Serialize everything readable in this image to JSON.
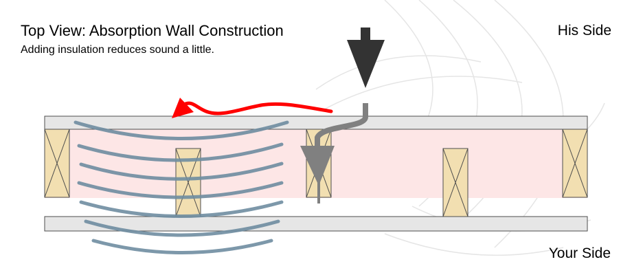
{
  "header": {
    "title": "Top View: Absorption Wall Construction",
    "subtitle": "Adding insulation reduces sound a little."
  },
  "labels": {
    "his_side": "His Side",
    "your_side": "Your Side"
  },
  "colors": {
    "background": "#ffffff",
    "drywall": "#e6e6e6",
    "drywall_stroke": "#4d4d4d",
    "insulation": "#fde6e6",
    "stud": "#f2dfb1",
    "stud_stroke": "#4d4d4d",
    "sound_wave": "#6f8da1",
    "incoming_arrow": "#333333",
    "transmitted_arrow": "#808080",
    "reflected_arrow": "#ff0000",
    "background_wave": "#e5e5e5"
  },
  "elements": {
    "stud_count": 5,
    "sound_wave_count": 7
  }
}
